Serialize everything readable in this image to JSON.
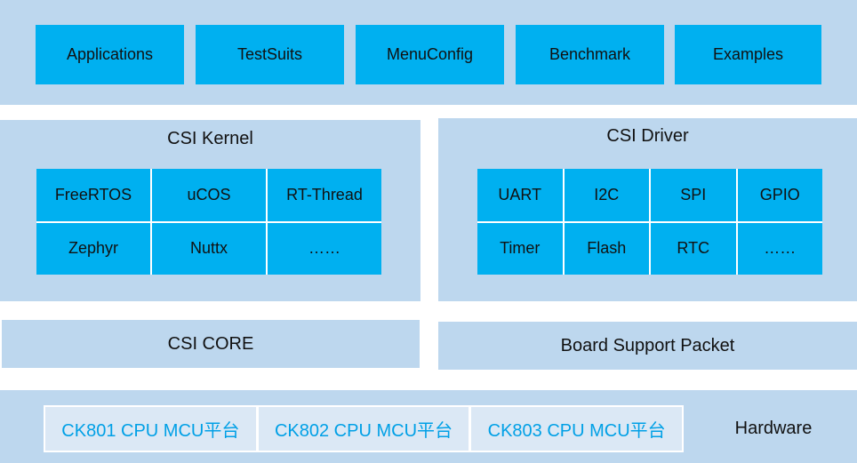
{
  "colors": {
    "panel": "#bdd7ee",
    "box": "#00b0f0",
    "chip_bg": "#dbe8f5",
    "chip_text": "#00a0e6"
  },
  "top_layer": {
    "items": [
      "Applications",
      "TestSuits",
      "MenuConfig",
      "Benchmark",
      "Examples"
    ]
  },
  "kernel": {
    "title": "CSI Kernel",
    "items": [
      "FreeRTOS",
      "uCOS",
      "RT-Thread",
      "Zephyr",
      "Nuttx",
      "……"
    ]
  },
  "driver": {
    "title": "CSI Driver",
    "items": [
      "UART",
      "I2C",
      "SPI",
      "GPIO",
      "Timer",
      "Flash",
      "RTC",
      "……"
    ]
  },
  "core": {
    "label": "CSI CORE"
  },
  "bsp": {
    "label": "Board Support Packet"
  },
  "hardware": {
    "label": "Hardware",
    "chips": [
      "CK801 CPU MCU平台",
      "CK802 CPU MCU平台",
      "CK803 CPU MCU平台"
    ]
  }
}
